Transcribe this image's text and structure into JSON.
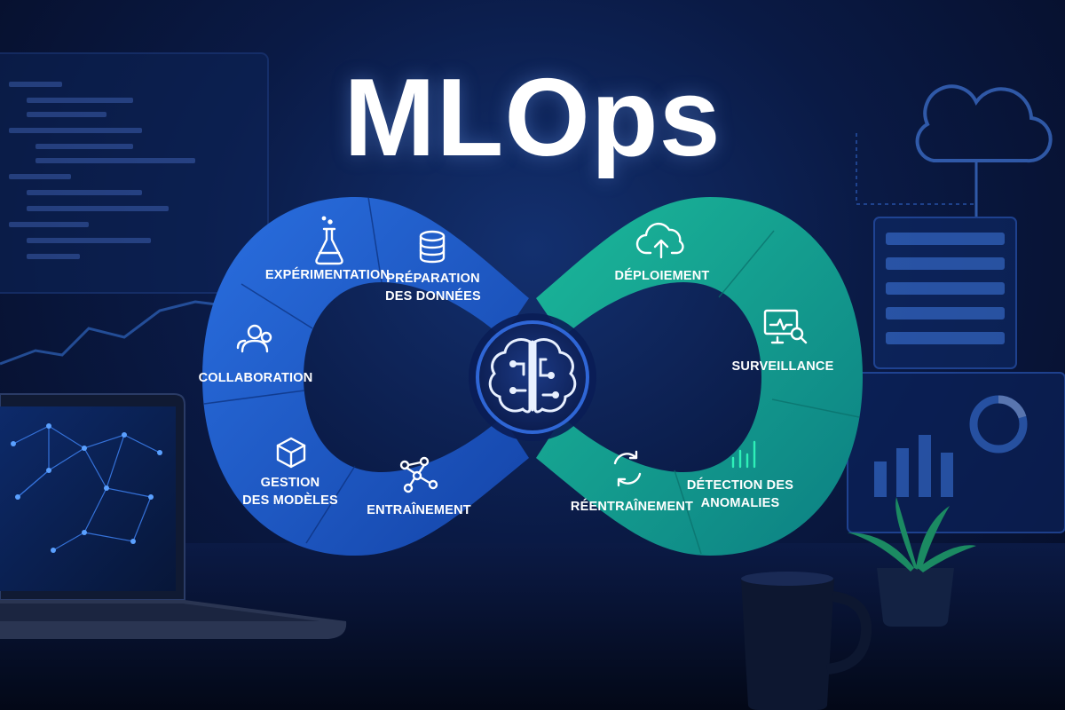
{
  "title": "MLOps",
  "left_loop": {
    "color": "#1f5fc9",
    "segments": [
      {
        "id": "experimentation",
        "lines": [
          "EXPÉRIMENTATION"
        ],
        "icon": "flask-icon"
      },
      {
        "id": "preparation",
        "lines": [
          "PRÉPARATION",
          "DES DONNÉES"
        ],
        "icon": "database-icon"
      },
      {
        "id": "collaboration",
        "lines": [
          "COLLABORATION"
        ],
        "icon": "people-icon"
      },
      {
        "id": "gestion",
        "lines": [
          "GESTION",
          "DES MODÈLES"
        ],
        "icon": "cube-icon"
      },
      {
        "id": "entrainement",
        "lines": [
          "ENTRAÎNEMENT"
        ],
        "icon": "network-icon"
      }
    ]
  },
  "right_loop": {
    "color": "#12a890",
    "segments": [
      {
        "id": "deploiement",
        "lines": [
          "DÉPLOIEMENT"
        ],
        "icon": "cloud-upload-icon"
      },
      {
        "id": "surveillance",
        "lines": [
          "SURVEILLANCE"
        ],
        "icon": "monitor-search-icon"
      },
      {
        "id": "detection",
        "lines": [
          "DÉTECTION DES",
          "ANOMALIES"
        ],
        "icon": "bar-chart-icon"
      },
      {
        "id": "reentrainement",
        "lines": [
          "RÉENTRAÎNEMENT"
        ],
        "icon": "refresh-icon"
      }
    ]
  },
  "center": {
    "icon": "brain-circuit-icon"
  }
}
